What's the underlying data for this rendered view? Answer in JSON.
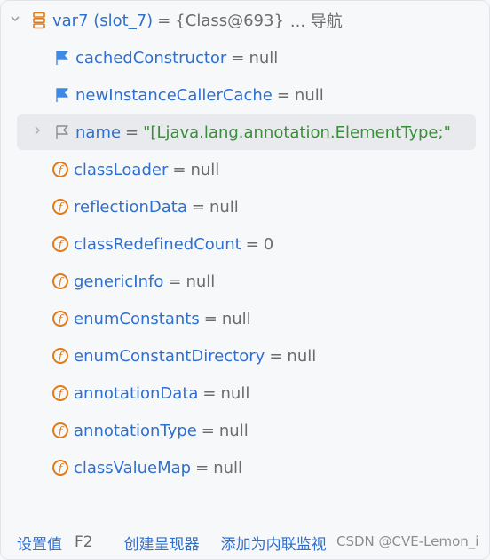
{
  "tree": {
    "root": {
      "name": "var7 (slot_7)",
      "eq": "=",
      "value": "{Class@693}",
      "nav": "... 导航",
      "icon": "stack-icon"
    },
    "children": [
      {
        "name": "cachedConstructor",
        "eq": "=",
        "value": "null",
        "icon": "flag-filled-icon"
      },
      {
        "name": "newInstanceCallerCache",
        "eq": "=",
        "value": "null",
        "icon": "flag-filled-icon"
      },
      {
        "name": "name",
        "eq": "=",
        "value": "\"[Ljava.lang.annotation.ElementType;\"",
        "icon": "flag-outline-icon",
        "selected": true
      },
      {
        "name": "classLoader",
        "eq": "=",
        "value": "null",
        "icon": "field-icon"
      },
      {
        "name": "reflectionData",
        "eq": "=",
        "value": "null",
        "icon": "field-icon"
      },
      {
        "name": "classRedefinedCount",
        "eq": "=",
        "value": "0",
        "icon": "field-icon"
      },
      {
        "name": "genericInfo",
        "eq": "=",
        "value": "null",
        "icon": "field-icon"
      },
      {
        "name": "enumConstants",
        "eq": "=",
        "value": "null",
        "icon": "field-icon"
      },
      {
        "name": "enumConstantDirectory",
        "eq": "=",
        "value": "null",
        "icon": "field-icon"
      },
      {
        "name": "annotationData",
        "eq": "=",
        "value": "null",
        "icon": "field-icon"
      },
      {
        "name": "annotationType",
        "eq": "=",
        "value": "null",
        "icon": "field-icon"
      },
      {
        "name": "classValueMap",
        "eq": "=",
        "value": "null",
        "icon": "field-icon"
      }
    ]
  },
  "field_badge": "f",
  "footer": {
    "set_value": "设置值",
    "set_value_key": "F2",
    "create_renderer": "创建呈现器",
    "add_inline_watch": "添加为内联监视",
    "watermark": "CSDN @CVE-Lemon_i"
  },
  "colors": {
    "name": "#2f6fce",
    "string": "#3a8e3a",
    "field_icon": "#e07b1a",
    "flag_icon": "#3d8ae6"
  }
}
